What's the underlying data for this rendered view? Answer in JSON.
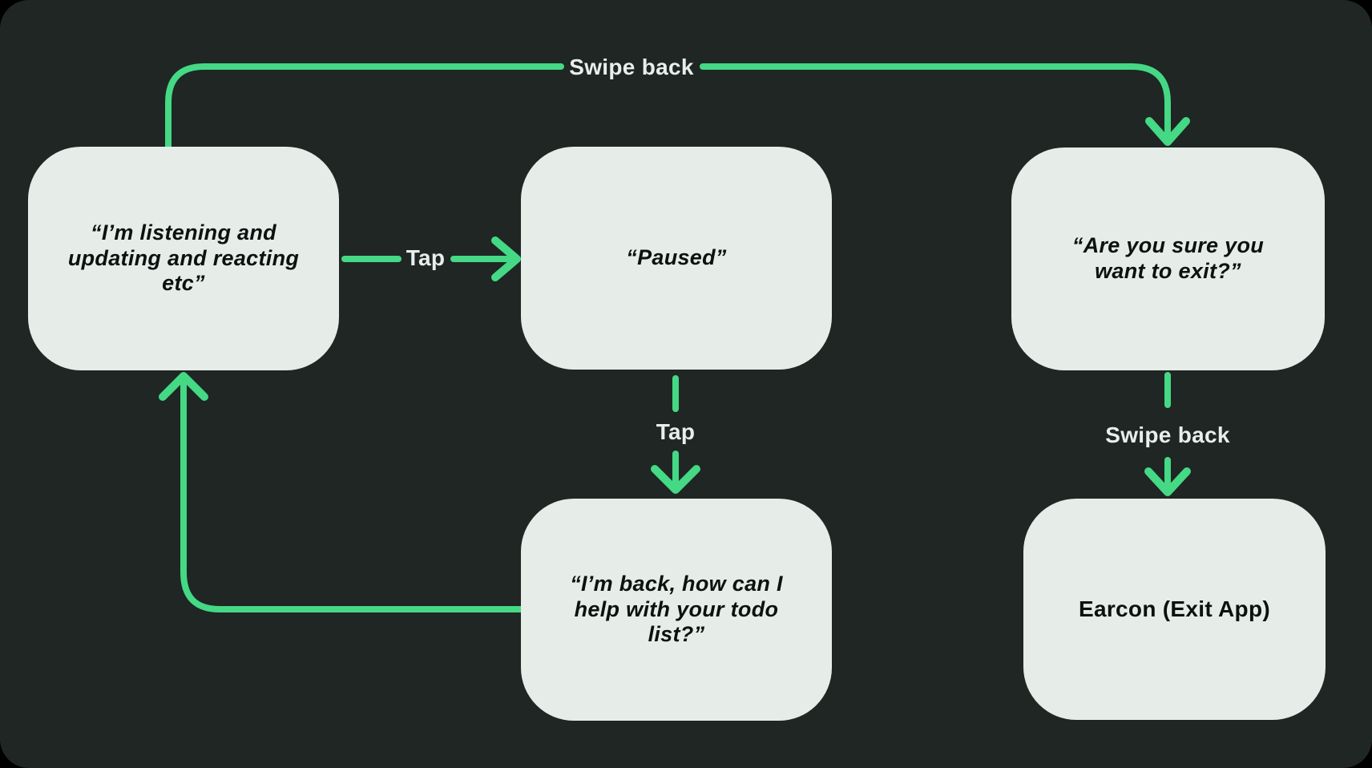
{
  "diagram": {
    "colors": {
      "outer_background": "#000000",
      "panel_background": "#1f2624",
      "node_fill": "#e6ede9",
      "node_text": "#0d1110",
      "arrow_green": "#45d885",
      "label_text": "#e9eeec"
    },
    "nodes": [
      {
        "id": "listening",
        "text": "“I’m listening and\nupdating and reacting\netc”",
        "style": "bold-italic"
      },
      {
        "id": "paused",
        "text": "“Paused”",
        "style": "bold-italic"
      },
      {
        "id": "exit-confirm",
        "text": "“Are you sure you\nwant to exit?”",
        "style": "bold-italic"
      },
      {
        "id": "back",
        "text": "“I’m back, how can I\nhelp with your todo\nlist?”",
        "style": "bold-italic"
      },
      {
        "id": "earcon",
        "text": "Earcon (Exit App)",
        "style": "bold"
      }
    ],
    "edges": [
      {
        "from": "listening",
        "to": "exit-confirm",
        "label": "Swipe back",
        "shape": "up-over-right-down"
      },
      {
        "from": "listening",
        "to": "paused",
        "label": "Tap",
        "shape": "right"
      },
      {
        "from": "paused",
        "to": "back",
        "label": "Tap",
        "shape": "down"
      },
      {
        "from": "exit-confirm",
        "to": "earcon",
        "label": "Swipe back",
        "shape": "down"
      },
      {
        "from": "back",
        "to": "listening",
        "label": "",
        "shape": "left-then-up"
      }
    ]
  }
}
